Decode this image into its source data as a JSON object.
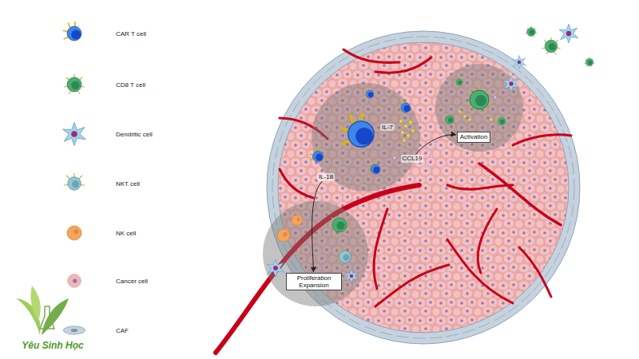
{
  "diagram": {
    "nodes": [
      {
        "text": [
          "CCL19"
        ]
      },
      {
        "text": [
          "IL-18"
        ]
      },
      {
        "text": [
          "Activation"
        ]
      },
      {
        "text": [
          "Proliferation Expansion"
        ]
      }
    ],
    "edges": [
      {
        "from": 0,
        "to": 2,
        "arrow": "to"
      },
      {
        "from": 1,
        "to": 3,
        "arrow": "to"
      }
    ],
    "labels": [
      "IL-7",
      "Yêu Sinh Học"
    ],
    "legend": [
      {
        "text": "CAR T cell"
      },
      {
        "text": "CD8 T cell"
      },
      {
        "text": "Dendritic cell"
      },
      {
        "text": "NKT cell"
      },
      {
        "text": "NK cell"
      },
      {
        "text": "Cancer cell"
      },
      {
        "text": "CAF"
      }
    ]
  }
}
